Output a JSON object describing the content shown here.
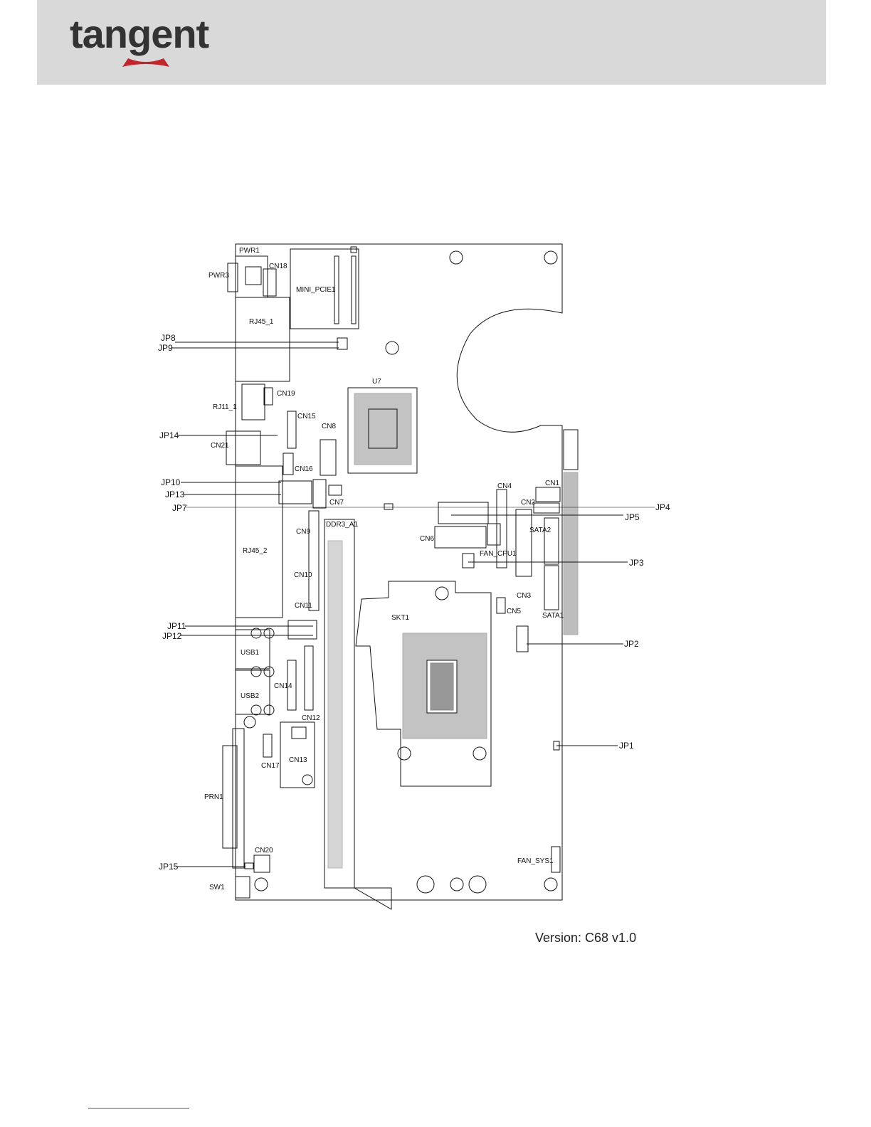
{
  "header": {
    "logo_text": "tangent",
    "logo_accent": "#c0272d",
    "band_color": "#d9d9d9"
  },
  "board_labels": {
    "PWR1": "PWR1",
    "PWR3": "PWR3",
    "CN18": "CN18",
    "MINI_PCIE1": "MINI_PCIE1",
    "RJ45_1": "RJ45_1",
    "U7": "U7",
    "CN19": "CN19",
    "RJ11_1": "RJ11_1",
    "CN15": "CN15",
    "CN8": "CN8",
    "CN21": "CN21",
    "CN16": "CN16",
    "CN7": "CN7",
    "CN4": "CN4",
    "CN1": "CN1",
    "CN2": "CN2",
    "DDR3_A1": "DDR3_A1",
    "CN9": "CN9",
    "RJ45_2": "RJ45_2",
    "CN6": "CN6",
    "SATA2": "SATA2",
    "FAN_CPU1": "FAN_CPU1",
    "CN10": "CN10",
    "CN3": "CN3",
    "CN11": "CN11",
    "SKT1": "SKT1",
    "CN5": "CN5",
    "SATA1": "SATA1",
    "USB1": "USB1",
    "CN14": "CN14",
    "USB2": "USB2",
    "CN12": "CN12",
    "CN13": "CN13",
    "CN17": "CN17",
    "PRN1": "PRN1",
    "CN20": "CN20",
    "FAN_SYS1": "FAN_SYS1",
    "SW1": "SW1"
  },
  "jumper_labels": {
    "JP8": "JP8",
    "JP9": "JP9",
    "JP14": "JP14",
    "JP10": "JP10",
    "JP13": "JP13",
    "JP7": "JP7",
    "JP4": "JP4",
    "JP5": "JP5",
    "JP3": "JP3",
    "JP11": "JP11",
    "JP12": "JP12",
    "JP2": "JP2",
    "JP1": "JP1",
    "JP15": "JP15"
  },
  "version": "Version: C68 v1.0"
}
